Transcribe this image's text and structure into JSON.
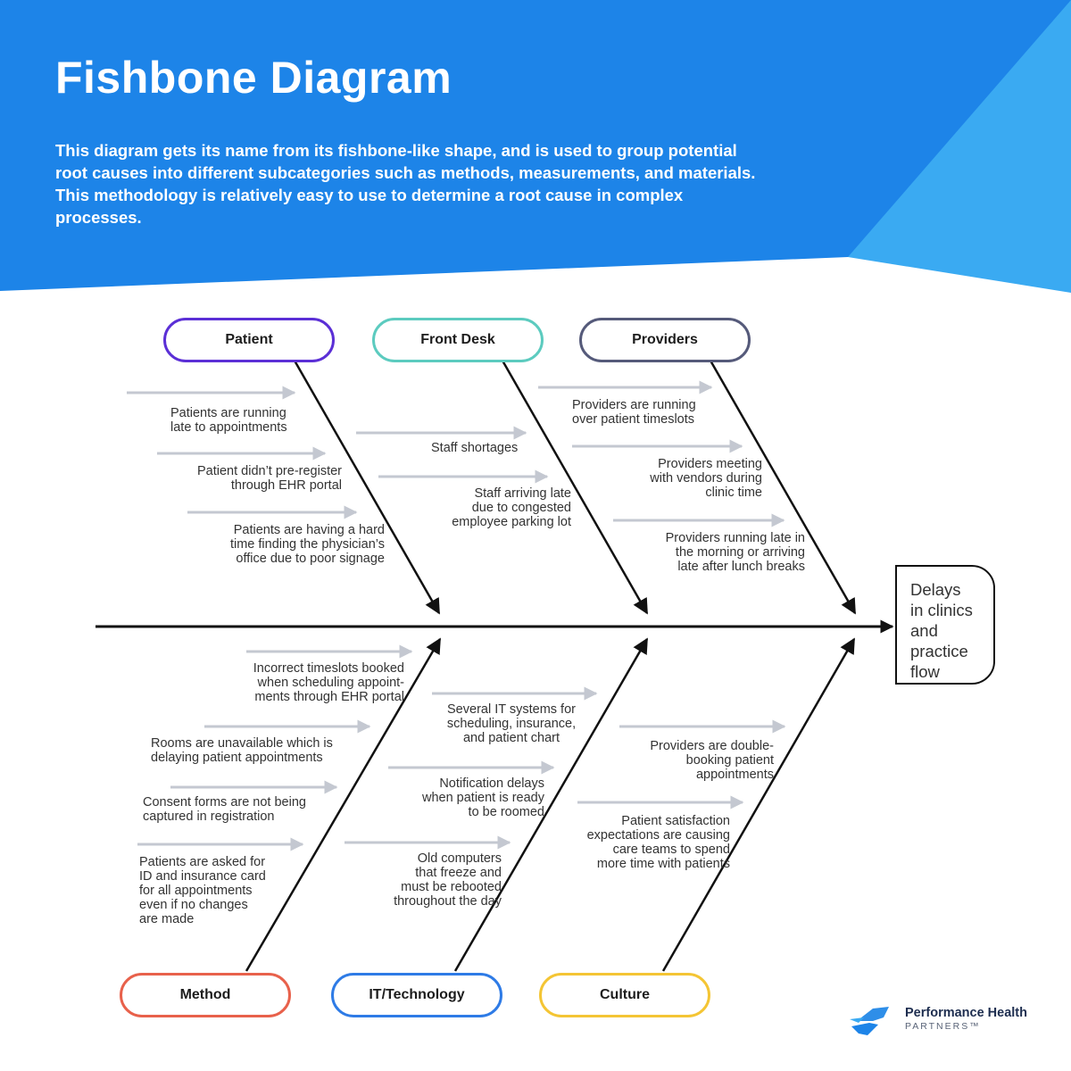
{
  "header": {
    "title": "Fishbone Diagram",
    "description": "This diagram gets its name from its fishbone-like shape, and is used to group potential root causes into different subcategories such as methods, measurements, and materials. This methodology is relatively easy to use to determine a root cause in complex processes."
  },
  "colors": {
    "header_blue": "#1d84e8",
    "header_light_blue": "#3aaaf2",
    "spine": "#111111",
    "cause_arrow": "#c4c8d1",
    "patient": "#5b2fd6",
    "front_desk": "#5ccbbf",
    "providers": "#555a7a",
    "method": "#e8614b",
    "it_technology": "#2e7be6",
    "culture": "#f4c534"
  },
  "effect": {
    "label": "Delays\nin clinics\nand\npractice\nflow"
  },
  "categories": {
    "patient": {
      "label": "Patient",
      "causes": [
        "Patients are running\nlate to appointments",
        "Patient didn’t pre-register\nthrough EHR portal",
        "Patients are having a hard\ntime finding the physician’s\noffice due to poor signage"
      ]
    },
    "front_desk": {
      "label": "Front Desk",
      "causes": [
        "Staff shortages",
        "Staff arriving late\ndue to congested\nemployee parking lot"
      ]
    },
    "providers": {
      "label": "Providers",
      "causes": [
        "Providers  are  running\nover patient timeslots",
        "Providers meeting\nwith vendors during\nclinic time",
        "Providers running late in\nthe morning or arriving\nlate after lunch breaks"
      ]
    },
    "method": {
      "label": "Method",
      "causes": [
        "Incorrect timeslots booked\nwhen scheduling appoint-\nments through EHR portal",
        "Rooms  are  unavailable  which  is\ndelaying patient appointments",
        "Consent forms are not being\ncaptured in registration",
        "Patients are asked for\nID and insurance card\nfor all appointments\neven if no changes\nare made"
      ]
    },
    "it_technology": {
      "label": "IT/Technology",
      "causes": [
        "Several IT systems for\nscheduling, insurance,\nand patient chart",
        "Notification delays\nwhen patient is ready\nto be roomed",
        "Old computers\nthat freeze and\nmust be rebooted\nthroughout the day"
      ]
    },
    "culture": {
      "label": "Culture",
      "causes": [
        "Providers are double-\nbooking patient\nappointments",
        "Patient satisfaction\nexpectations are causing\ncare teams to spend\nmore time with patients"
      ]
    }
  },
  "logo": {
    "name": "Performance Health",
    "sub": "PARTNERS™"
  }
}
